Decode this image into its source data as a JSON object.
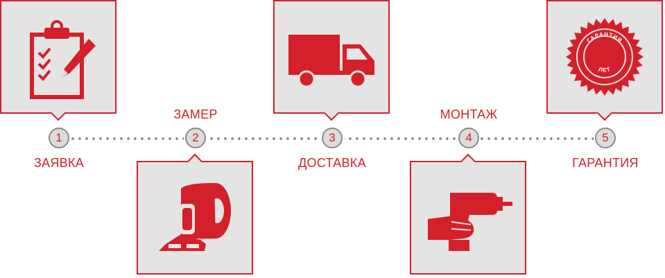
{
  "accent_color": "#d4202a",
  "steps": [
    {
      "number": "1",
      "label": "ЗАЯВКА",
      "icon": "clipboard-checklist-icon"
    },
    {
      "number": "2",
      "label": "ЗАМЕР",
      "icon": "tape-measure-icon"
    },
    {
      "number": "3",
      "label": "ДОСТАВКА",
      "icon": "delivery-truck-icon"
    },
    {
      "number": "4",
      "label": "МОНТАЖ",
      "icon": "drill-in-hand-icon"
    },
    {
      "number": "5",
      "label": "ГАРАНТИЯ",
      "icon": "warranty-seal-icon"
    }
  ],
  "seal": {
    "top_text": "ГАРАНТИЯ",
    "bottom_text": "ЛЕТ"
  }
}
